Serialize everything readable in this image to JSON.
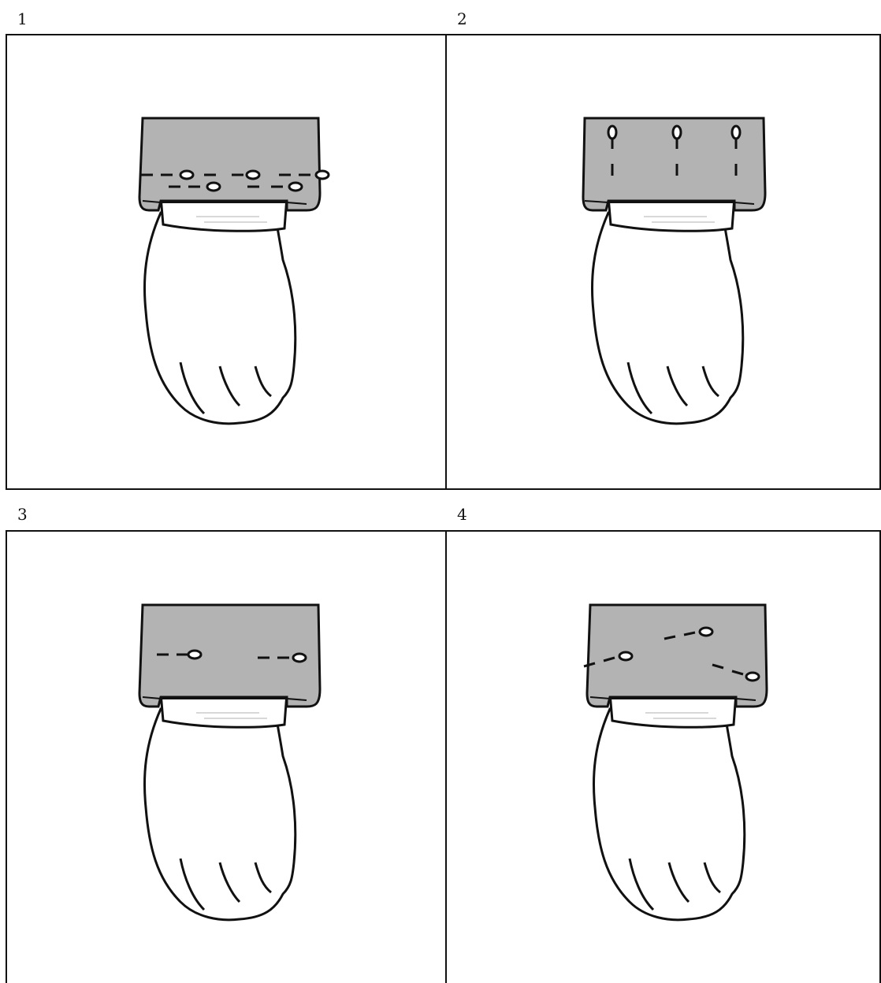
{
  "panels": [
    {
      "label": "1",
      "pins": [
        [
          -105,
          -10
        ],
        [
          -35,
          -25
        ],
        [
          105,
          -27
        ],
        [
          115,
          -3
        ]
      ],
      "pin_style": "horizontal-two-row"
    },
    {
      "label": "2",
      "pins": [
        [
          -75,
          -60
        ],
        [
          0,
          -60
        ],
        [
          75,
          -60
        ]
      ],
      "pin_style": "vertical"
    },
    {
      "label": "3",
      "pins": [
        [
          -90,
          -30
        ],
        [
          45,
          -30
        ]
      ],
      "pin_style": "horizontal"
    },
    {
      "label": "4",
      "pins": [
        [
          -95,
          -30
        ],
        [
          20,
          -58
        ],
        [
          100,
          -12
        ]
      ],
      "pin_style": "angled"
    }
  ],
  "colors": {
    "sleeve": "#b3b3b3",
    "sleeve_inner": "#8c8c8c",
    "outline": "#111111",
    "cuff": "#ffffff",
    "hand": "#ffffff"
  }
}
